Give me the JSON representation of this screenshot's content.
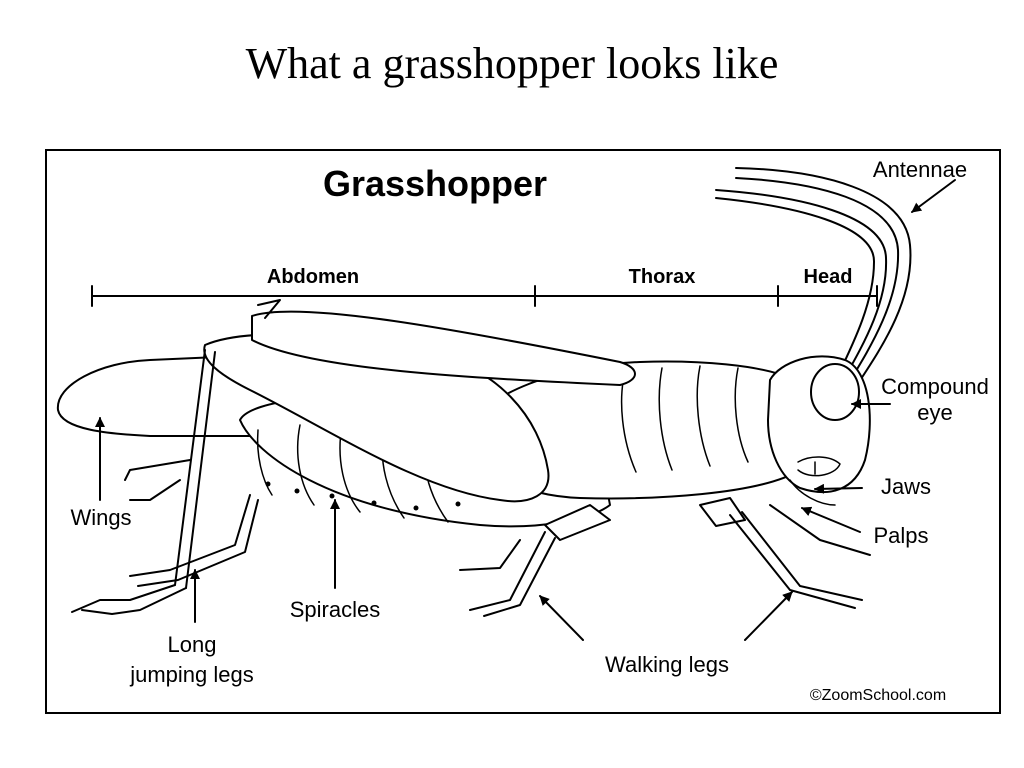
{
  "slide_title": "What a grasshopper looks like",
  "diagram": {
    "title": "Grasshopper",
    "segments": {
      "abdomen": "Abdomen",
      "thorax": "Thorax",
      "head": "Head"
    },
    "labels": {
      "antennae": "Antennae",
      "compound_eye_1": "Compound",
      "compound_eye_2": "eye",
      "jaws": "Jaws",
      "palps": "Palps",
      "wings": "Wings",
      "spiracles": "Spiracles",
      "jumping_legs_1": "Long",
      "jumping_legs_2": "jumping legs",
      "walking_legs": "Walking legs"
    },
    "copyright": "©ZoomSchool.com"
  }
}
